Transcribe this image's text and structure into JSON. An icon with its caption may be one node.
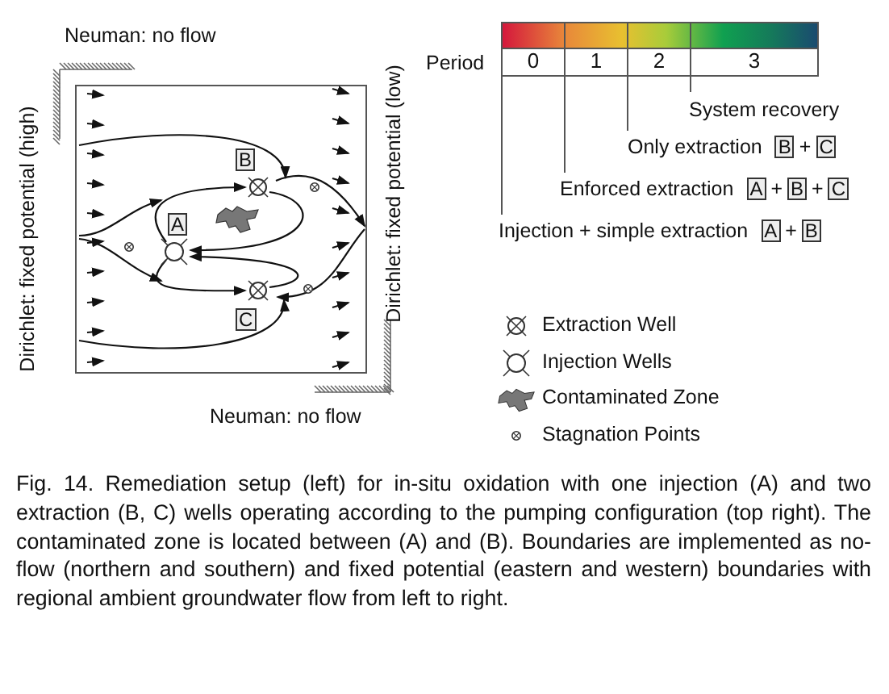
{
  "diagram": {
    "caption": "Fig. 14.  Remediation setup (left) for in-situ oxidation with one injection (A) and two extraction (B, C) wells operating according to the pumping configuration (top right).  The contaminated zone is located between (A) and (B). Boundaries are implemented as no-flow (northern and southern) and fixed potential (eastern and western) boundaries with regional ambient groundwater flow from left to right.",
    "labels": [
      "Neuman: no flow",
      "Dirichlet: fixed potential (high)",
      "B",
      "A",
      "C",
      "Dirichlet: fixed potential (low)",
      "Neuman: no flow",
      "Period",
      "0",
      "1",
      "2",
      "3",
      "System recovery",
      "Only extraction",
      "B",
      "+",
      "C",
      "Enforced extraction",
      "A",
      "+",
      "B",
      "+",
      "C",
      "Injection + simple extraction",
      "A",
      "+",
      "B"
    ],
    "legend": [
      {
        "text": "Extraction Well"
      },
      {
        "text": "Injection Wells"
      },
      {
        "text": "Contaminated Zone"
      },
      {
        "text": "Stagnation Points"
      }
    ]
  }
}
